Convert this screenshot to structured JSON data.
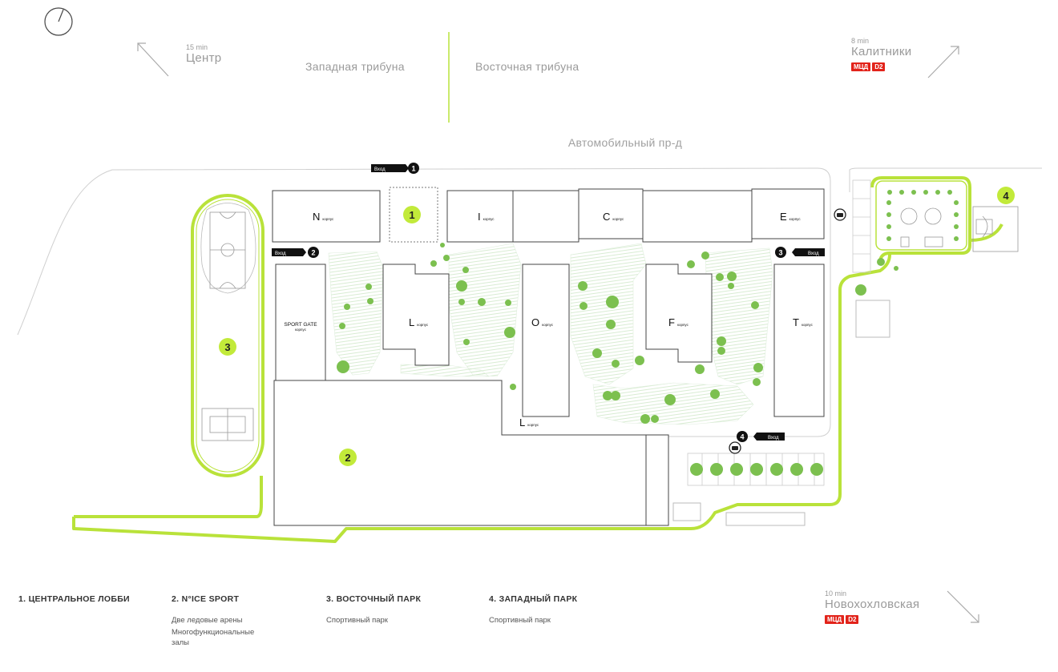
{
  "accent_color": "#b9e23a",
  "stands": {
    "west": "Западная трибуна",
    "east": "Восточная трибуна"
  },
  "road": {
    "label": "Автомобильный пр-д"
  },
  "destinations": {
    "center": {
      "time": "15 min",
      "name": "Центр"
    },
    "kalitniki": {
      "time": "8 min",
      "name": "Калитники",
      "badges": [
        "МЦД",
        "D2"
      ]
    },
    "novokhokhlovskaya": {
      "time": "10 min",
      "name": "Новохохловская",
      "badges": [
        "МЦД",
        "D2"
      ]
    }
  },
  "entrances": [
    {
      "num": "1",
      "label": "Вход"
    },
    {
      "num": "2",
      "label": "Вход"
    },
    {
      "num": "3",
      "label": "Вход"
    },
    {
      "num": "4",
      "label": "Вход"
    }
  ],
  "buildings": {
    "suffix": "корпус",
    "N": "N",
    "I": "I",
    "C": "C",
    "E": "E",
    "L": "L",
    "O": "O",
    "F": "F",
    "T": "T",
    "L2": "L",
    "sport_gate": "SPORT GATE"
  },
  "markers": [
    "1",
    "2",
    "3",
    "4"
  ],
  "legend": [
    {
      "title": "1. ЦЕНТРАЛЬНОЕ ЛОББИ",
      "desc": []
    },
    {
      "title": "2. N°ICE SPORT",
      "desc": [
        "Две ледовые арены",
        "Многофункциональные",
        "залы"
      ]
    },
    {
      "title": "3. ВОСТОЧНЫЙ ПАРК",
      "desc": [
        "Спортивный парк"
      ]
    },
    {
      "title": "4. ЗАПАДНЫЙ ПАРК",
      "desc": [
        "Спортивный парк"
      ]
    }
  ],
  "icons": [
    "compass-icon",
    "arrow-up-left-icon",
    "arrow-up-right-icon",
    "arrow-down-right-icon",
    "parking-icon"
  ]
}
